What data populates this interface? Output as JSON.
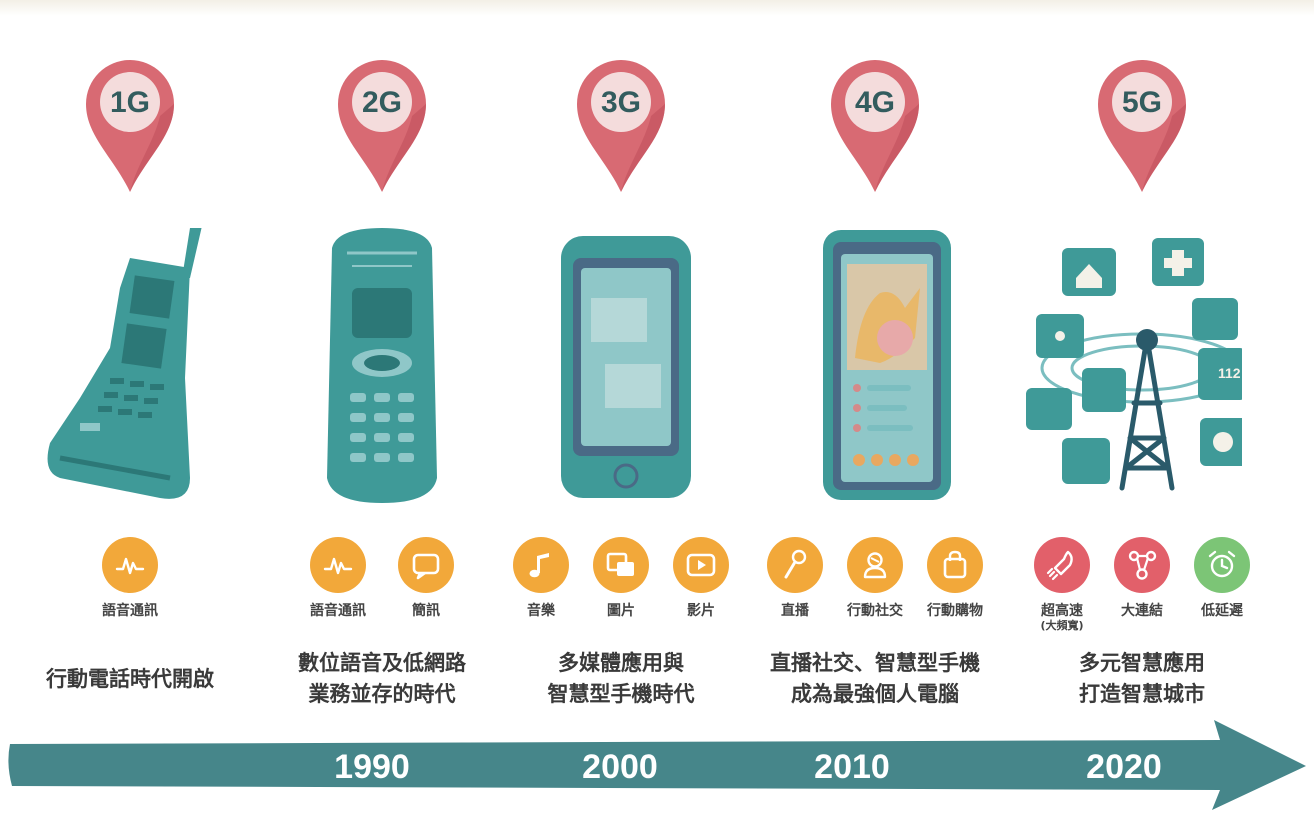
{
  "colors": {
    "pin": "#d86a73",
    "pin_inner": "#f4dcdc",
    "device_teal": "#3f9a98",
    "feature_orange": "#f2a83a",
    "feature_red": "#e2606a",
    "feature_green": "#7cc576",
    "arrow": "#46868a"
  },
  "generations": [
    {
      "label": "1G",
      "device": "brick-phone",
      "era_lines": [
        "行動電話時代開啟"
      ],
      "features": [
        {
          "label": "語音通訊",
          "icon": "voice-wave-icon",
          "color": "orange"
        }
      ]
    },
    {
      "label": "2G",
      "device": "feature-phone",
      "era_lines": [
        "數位語音及低網路",
        "業務並存的時代"
      ],
      "features": [
        {
          "label": "語音通訊",
          "icon": "voice-wave-icon",
          "color": "orange"
        },
        {
          "label": "簡訊",
          "icon": "message-bubble-icon",
          "color": "orange"
        }
      ]
    },
    {
      "label": "3G",
      "device": "early-smartphone",
      "era_lines": [
        "多媒體應用與",
        "智慧型手機時代"
      ],
      "features": [
        {
          "label": "音樂",
          "icon": "music-note-icon",
          "color": "orange"
        },
        {
          "label": "圖片",
          "icon": "pictures-icon",
          "color": "orange"
        },
        {
          "label": "影片",
          "icon": "video-play-icon",
          "color": "orange"
        }
      ]
    },
    {
      "label": "4G",
      "device": "modern-smartphone",
      "era_lines": [
        "直播社交、智慧型手機",
        "成為最強個人電腦"
      ],
      "features": [
        {
          "label": "直播",
          "icon": "microphone-icon",
          "color": "orange"
        },
        {
          "label": "行動社交",
          "icon": "person-icon",
          "color": "orange"
        },
        {
          "label": "行動購物",
          "icon": "shopping-bag-icon",
          "color": "orange"
        }
      ]
    },
    {
      "label": "5G",
      "device": "smart-city-tower",
      "era_lines": [
        "多元智慧應用",
        "打造智慧城市"
      ],
      "features": [
        {
          "label": "超高速",
          "sub": "(大頻寬)",
          "icon": "rocket-icon",
          "color": "red"
        },
        {
          "label": "大連結",
          "icon": "network-nodes-icon",
          "color": "red"
        },
        {
          "label": "低延遲",
          "icon": "alarm-clock-icon",
          "color": "green"
        }
      ]
    }
  ],
  "timeline": {
    "years": [
      "1990",
      "2000",
      "2010",
      "2020"
    ]
  }
}
